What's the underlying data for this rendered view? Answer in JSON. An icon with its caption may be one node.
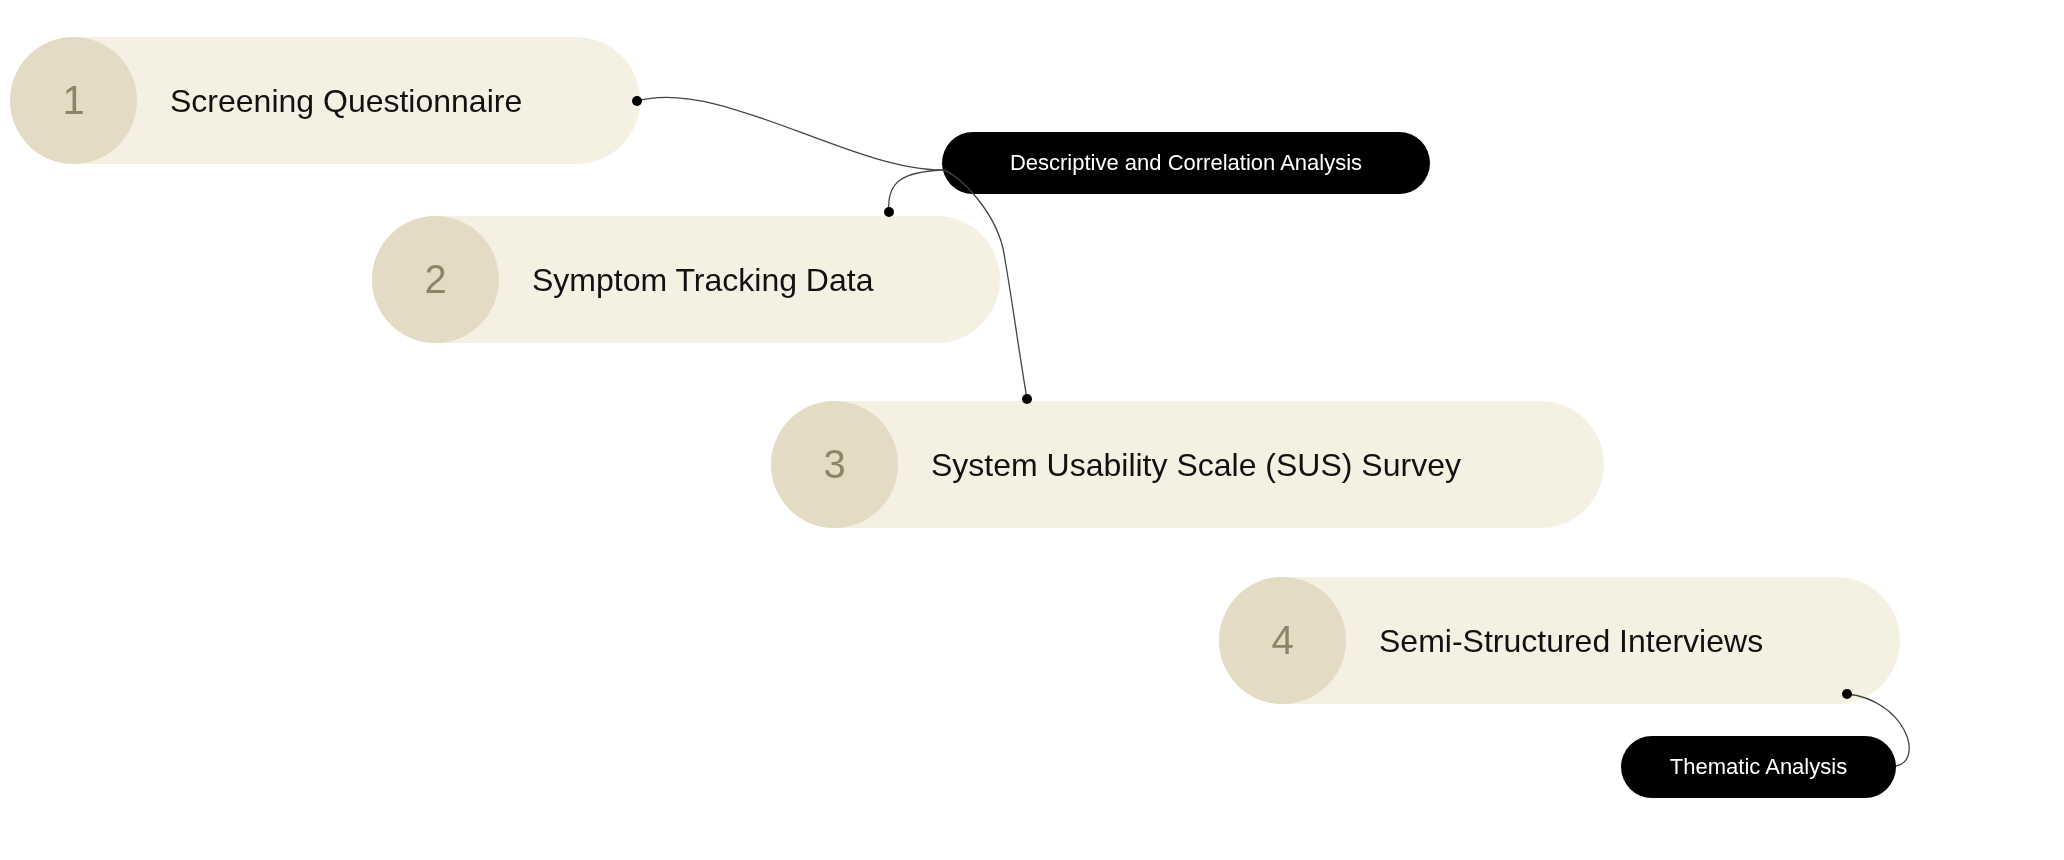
{
  "diagram": {
    "nodes": [
      {
        "text": [
          "1",
          "Screening Questionnaire"
        ]
      },
      {
        "text": [
          "Descriptive and Correlation Analysis"
        ]
      },
      {
        "text": [
          "2",
          "Symptom Tracking Data"
        ]
      },
      {
        "text": [
          "3",
          "System Usability Scale (SUS) Survey"
        ]
      },
      {
        "text": [
          "4",
          "Semi-Structured Interviews"
        ]
      },
      {
        "text": [
          "Thematic Analysis"
        ]
      }
    ],
    "edges": [
      {
        "from": 0,
        "to": 1,
        "arrow": "other"
      },
      {
        "from": 2,
        "to": 1,
        "arrow": "other"
      },
      {
        "from": 3,
        "to": 1,
        "arrow": "other"
      },
      {
        "from": 4,
        "to": 5,
        "arrow": "other"
      }
    ]
  }
}
